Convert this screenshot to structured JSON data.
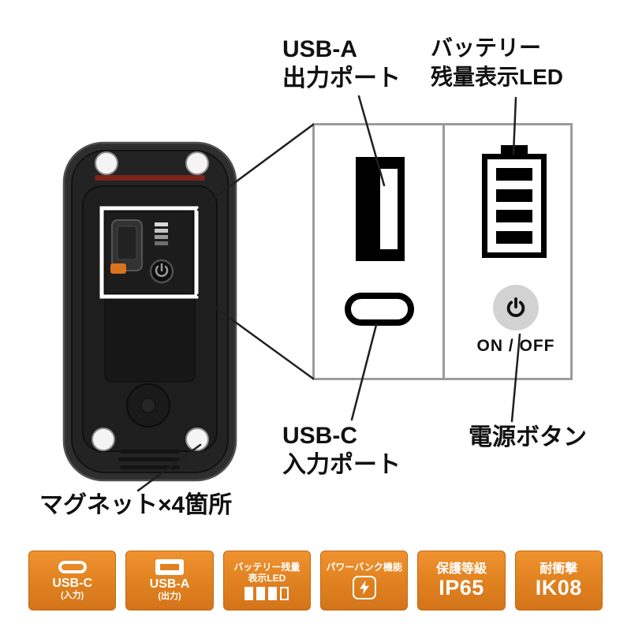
{
  "callouts": {
    "usb_a": {
      "line1": "USB-A",
      "line2": "出力ポート"
    },
    "battery_led": {
      "line1": "バッテリー",
      "line2": "残量表示LED"
    },
    "usb_c": {
      "line1": "USB-C",
      "line2": "入力ポート"
    },
    "power_button": {
      "label": "電源ボタン"
    },
    "magnet": {
      "label": "マグネット×4箇所"
    }
  },
  "info_panel": {
    "on_off_label": "ON / OFF"
  },
  "badges": [
    {
      "icon": "usb-c-icon",
      "title": "USB-C",
      "subtitle": "(入力)"
    },
    {
      "icon": "usb-a-icon",
      "title": "USB-A",
      "subtitle": "(出力)"
    },
    {
      "icon": "battery-bars-icon",
      "line1": "バッテリー残量",
      "line2": "表示LED"
    },
    {
      "icon": "lightning-icon",
      "line1": "パワーバンク機能"
    },
    {
      "title": "保護等級",
      "value": "IP65"
    },
    {
      "title": "耐衝撃",
      "value": "IK08"
    }
  ],
  "colors": {
    "badge_orange": "#e8861f",
    "highlight_frame": "#ffffff",
    "callout_line": "#1f1f1f",
    "panel_border": "#9b9b9b"
  }
}
